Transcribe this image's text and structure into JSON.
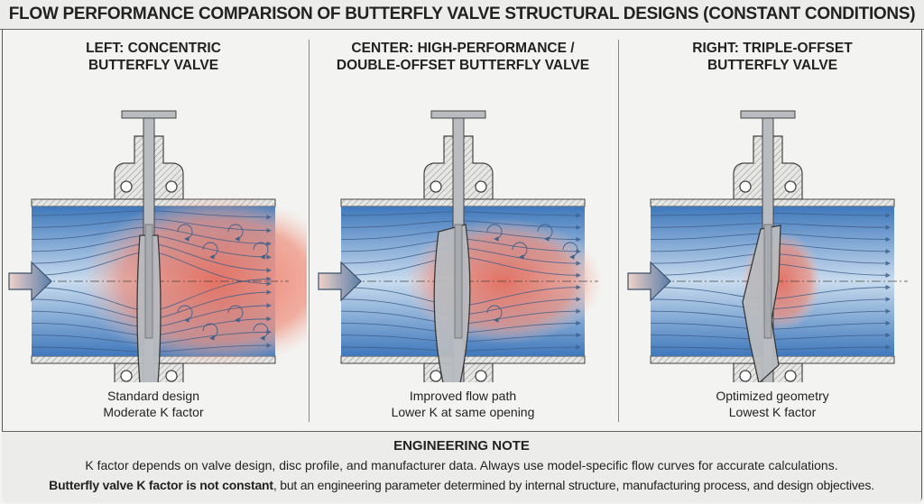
{
  "title": "FLOW PERFORMANCE COMPARISON OF BUTTERFLY VALVE STRUCTURAL DESIGNS (CONSTANT CONDITIONS)",
  "panels": [
    {
      "label_line1": "LEFT: CONCENTRIC",
      "label_line2": "BUTTERFLY VALVE",
      "caption_line1": "Standard design",
      "caption_line2": "Moderate K factor",
      "variant": "concentric"
    },
    {
      "label_line1": "CENTER: HIGH-PERFORMANCE /",
      "label_line2": "DOUBLE-OFFSET BUTTERFLY VALVE",
      "caption_line1": "Improved flow path",
      "caption_line2": "Lower K at same opening",
      "variant": "double-offset"
    },
    {
      "label_line1": "RIGHT: TRIPLE-OFFSET",
      "label_line2": "BUTTERFLY VALVE",
      "caption_line1": "Optimized geometry",
      "caption_line2": "Lowest K factor",
      "variant": "triple-offset"
    }
  ],
  "note": {
    "heading": "ENGINEERING NOTE",
    "line1": "K factor depends on valve design, disc profile, and manufacturer data. Always use model-specific flow curves for accurate calculations.",
    "line2_bold": "Butterfly valve K factor is not constant",
    "line2_rest": ", but an engineering parameter determined by internal structure, manufacturing process, and design objectives."
  },
  "colors": {
    "flow_blue": "#4f86c6",
    "turbulence_red": "#e8604c",
    "metal": "#b9bcc0",
    "streamline": "#3e5f8a"
  }
}
